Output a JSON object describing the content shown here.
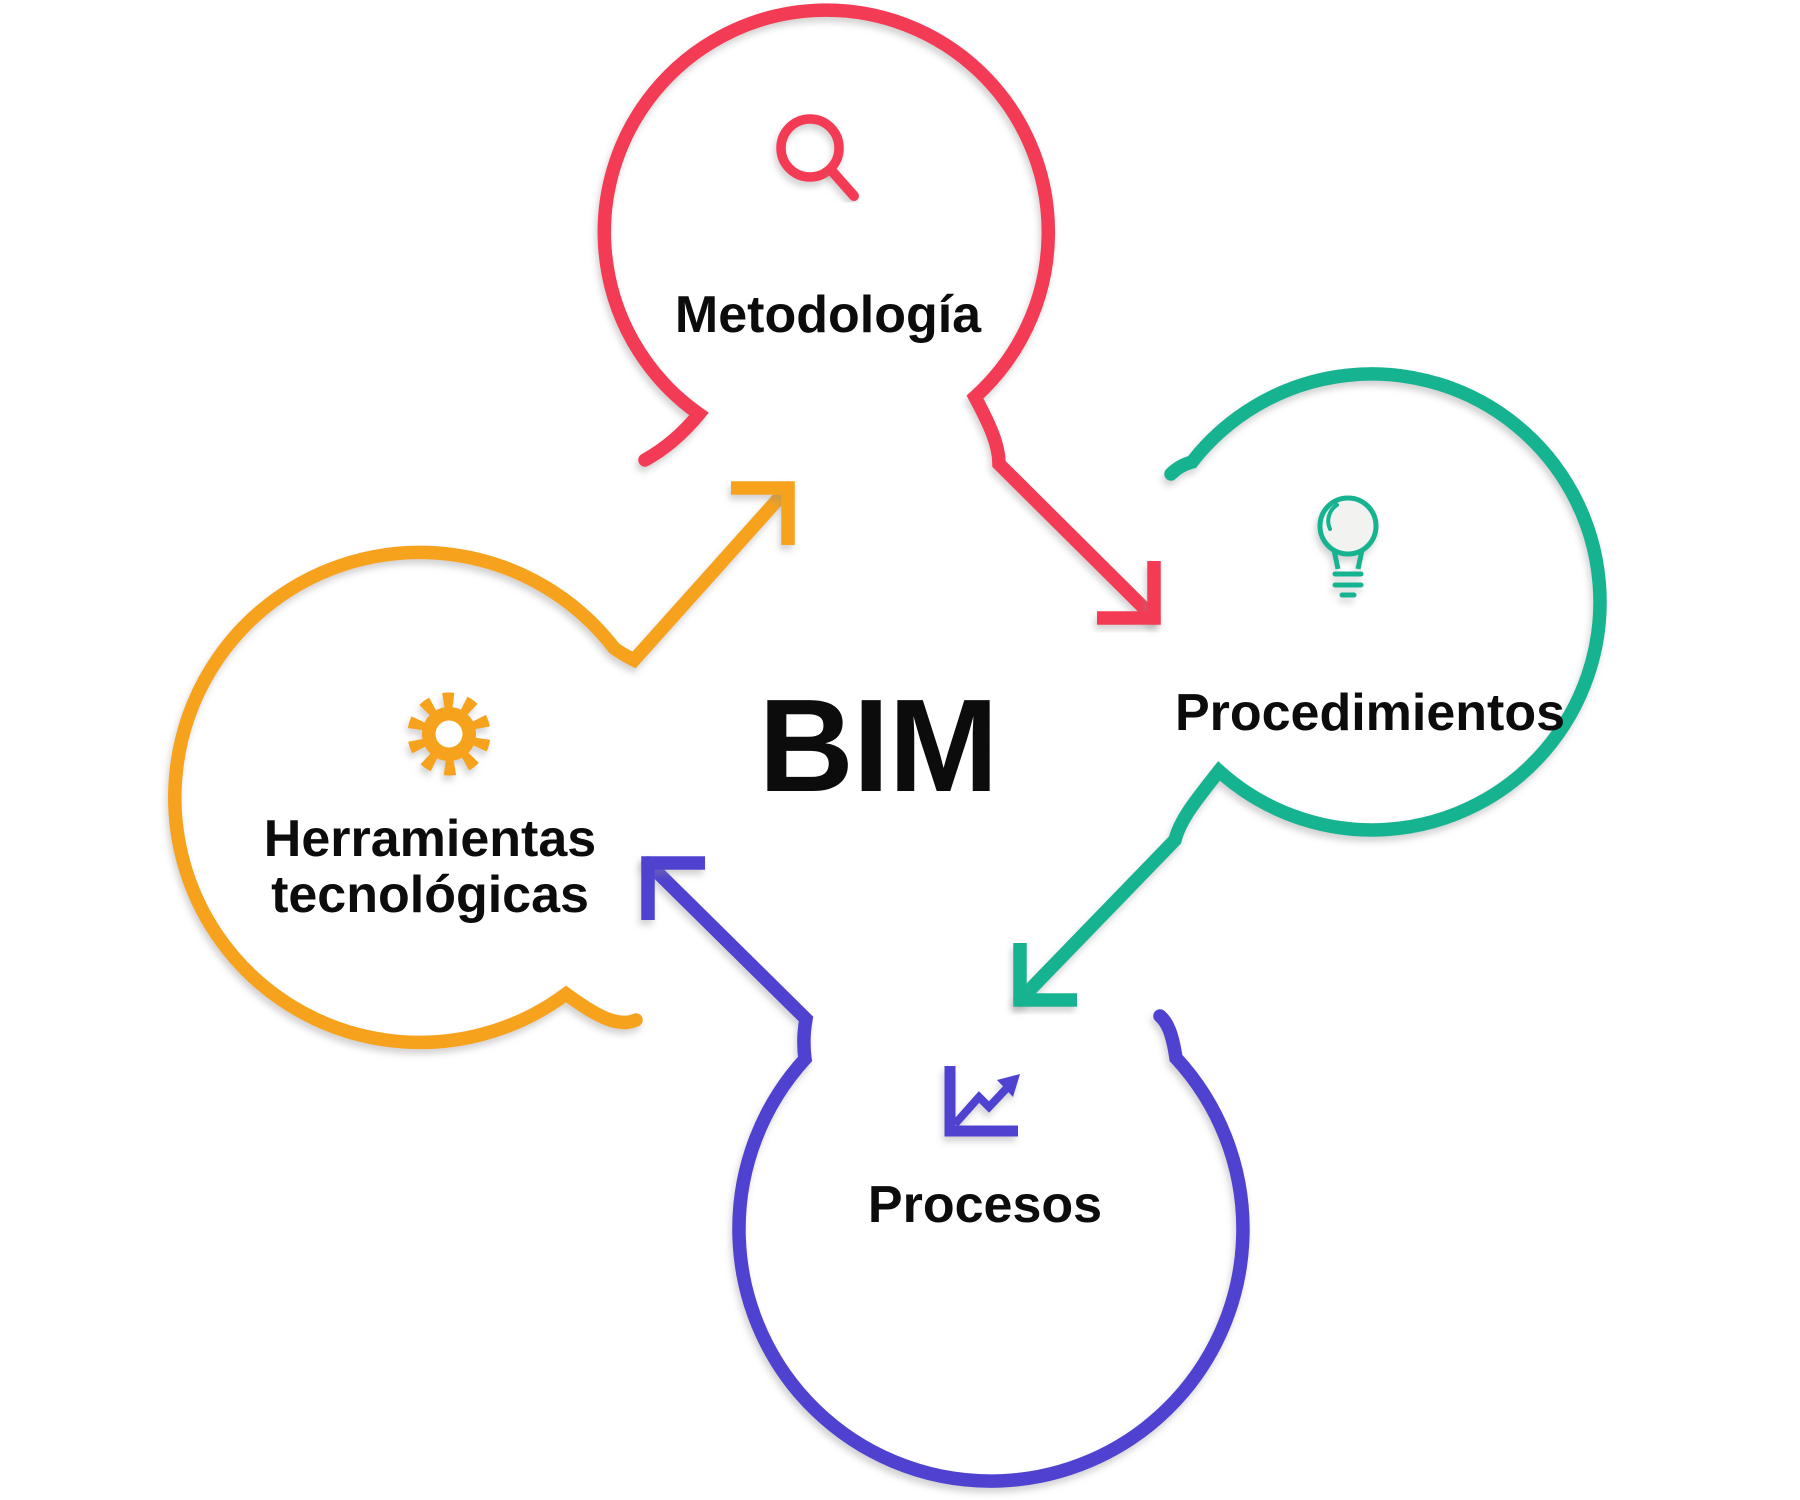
{
  "page": {
    "background_color": "#ffffff"
  },
  "diagram": {
    "center_label": "BIM",
    "center_label_color": "#0c0c0c",
    "label_text_color": "#0c0c0c",
    "nodes": [
      {
        "id": "metodologia",
        "label": "Metodología",
        "color": "#F33B55",
        "icon": "magnifier-icon",
        "position": "top"
      },
      {
        "id": "procedimientos",
        "label": "Procedimientos",
        "color": "#14B390",
        "icon": "lightbulb-icon",
        "bulb_fill": "#f2f3f1",
        "position": "right"
      },
      {
        "id": "procesos",
        "label": "Procesos",
        "color": "#4F43D0",
        "icon": "trend-chart-icon",
        "position": "bottom"
      },
      {
        "id": "herramientas",
        "label": "Herramientas tecnológicas",
        "label_line1": "Herramientas",
        "label_line2": "tecnológicas",
        "color": "#F6A21E",
        "icon": "gear-icon",
        "position": "left"
      }
    ],
    "arrows": [
      {
        "from": "herramientas",
        "to": "metodologia",
        "color": "#F6A21E"
      },
      {
        "from": "metodologia",
        "to": "procedimientos",
        "color": "#F33B55"
      },
      {
        "from": "procedimientos",
        "to": "procesos",
        "color": "#14B390"
      },
      {
        "from": "procesos",
        "to": "herramientas",
        "color": "#4F43D0"
      }
    ]
  }
}
